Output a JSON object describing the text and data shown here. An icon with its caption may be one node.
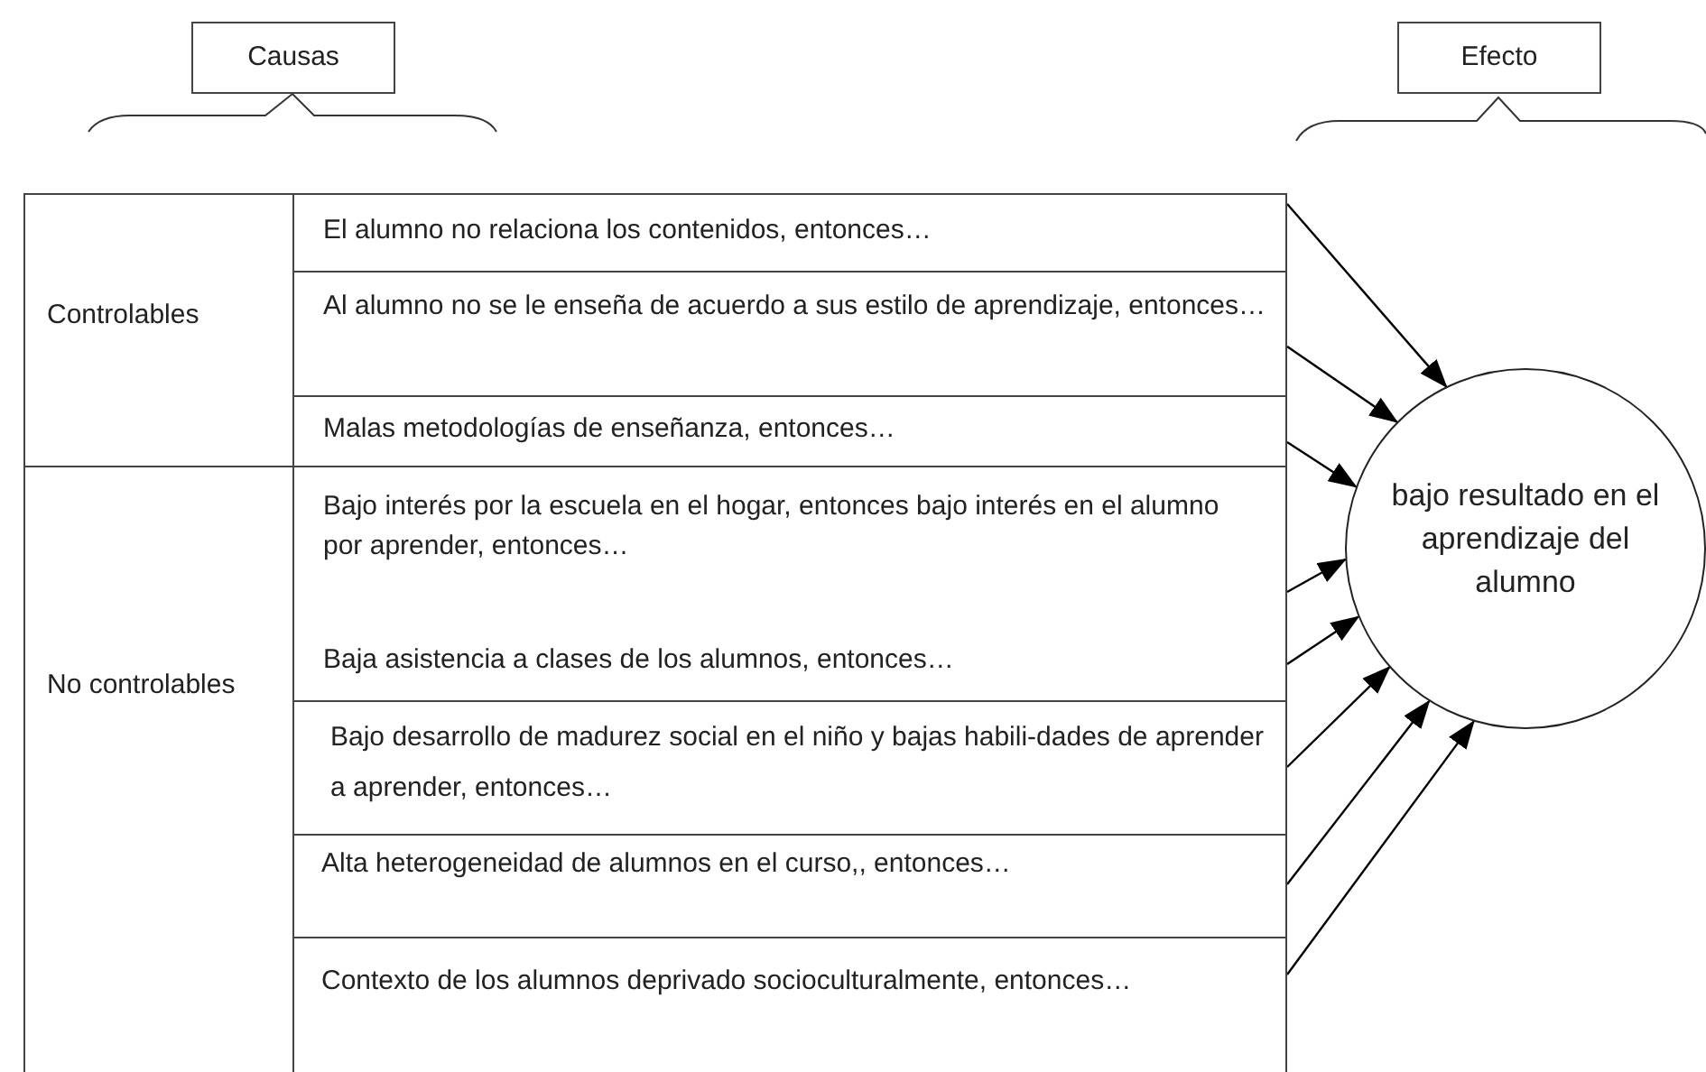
{
  "diagram": {
    "nodes": [
      {
        "text": [
          "Causas"
        ]
      },
      {
        "text": [
          "Efecto"
        ]
      },
      {
        "text": [
          "Controlables"
        ]
      },
      {
        "text": [
          "El alumno no relaciona los contenidos, entonces…"
        ]
      },
      {
        "text": [
          "Al alumno no se le enseña de acuerdo a sus estilo de aprendizaje, entonces…"
        ]
      },
      {
        "text": [
          "Malas metodologías de enseñanza, entonces…"
        ]
      },
      {
        "text": [
          "No controlables"
        ]
      },
      {
        "text": [
          "Bajo interés por la escuela en el hogar, entonces bajo interés en el alumno por aprender, entonces…"
        ]
      },
      {
        "text": [
          "Baja asistencia a clases de los alumnos, entonces…"
        ]
      },
      {
        "text": [
          "Bajo desarrollo de madurez social en el niño y bajas habili-dades de aprender a aprender, entonces…"
        ]
      },
      {
        "text": [
          "Alta heterogeneidad de alumnos en el curso,, entonces…"
        ]
      },
      {
        "text": [
          "Contexto de los alumnos deprivado socioculturalmente, entonces…"
        ]
      },
      {
        "text": [
          "bajo resultado en el aprendizaje del alumno"
        ]
      }
    ],
    "edges": [
      {
        "from": 3,
        "to": 12,
        "arrow": "to"
      },
      {
        "from": 4,
        "to": 12,
        "arrow": "to"
      },
      {
        "from": 5,
        "to": 12,
        "arrow": "to"
      },
      {
        "from": 7,
        "to": 12,
        "arrow": "to"
      },
      {
        "from": 8,
        "to": 12,
        "arrow": "to"
      },
      {
        "from": 9,
        "to": 12,
        "arrow": "to"
      },
      {
        "from": 10,
        "to": 12,
        "arrow": "to"
      },
      {
        "from": 11,
        "to": 12,
        "arrow": "to"
      }
    ]
  }
}
